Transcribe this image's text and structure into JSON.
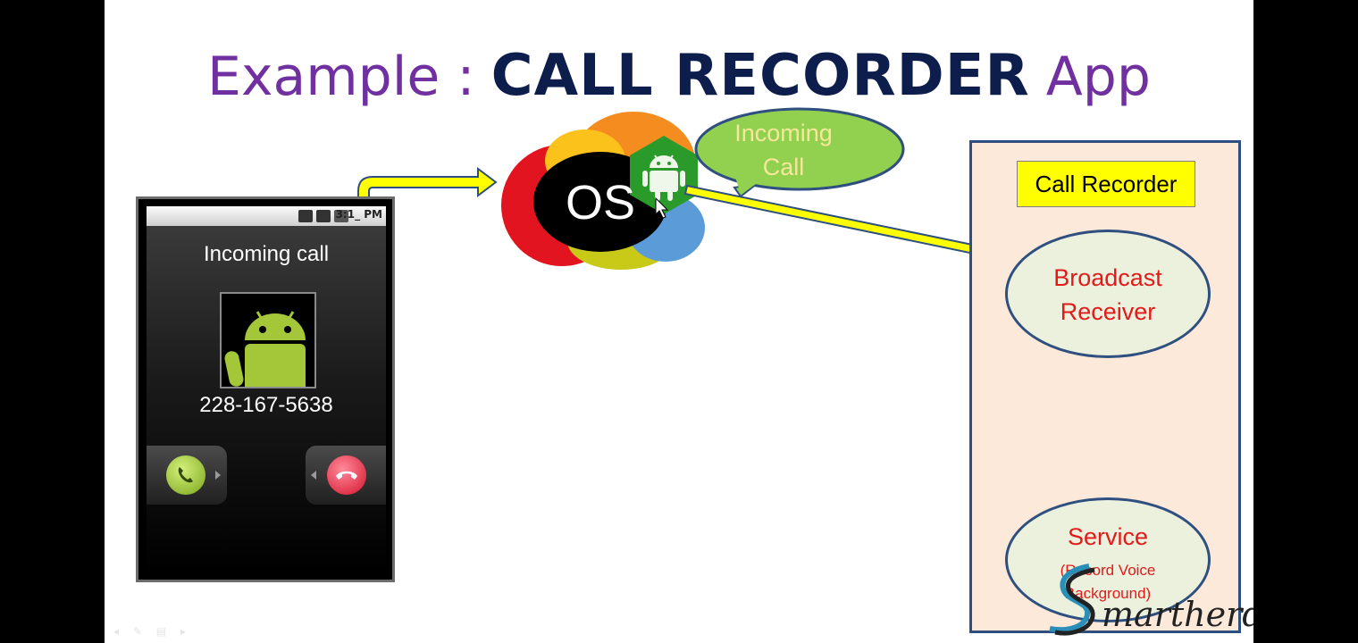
{
  "title": {
    "prefix": "Example :",
    "main": "CALL RECORDER",
    "suffix": "App"
  },
  "phone": {
    "status_time": "3:1_ PM",
    "status_icons": [
      "3g-icon",
      "signal-icon",
      "battery-icon"
    ],
    "call_label": "Incoming call",
    "number": "228-167-5638",
    "answer_color": "#9bc52a",
    "decline_color": "#e0203a"
  },
  "os": {
    "label": "OS",
    "bubble": [
      "Incoming",
      "Call"
    ]
  },
  "recorder": {
    "title": "Call Recorder",
    "receiver": [
      "Broadcast",
      "Receiver"
    ],
    "service": {
      "label": "Service",
      "detail": [
        "(Record Voice",
        "Background)"
      ]
    }
  },
  "watermark": "martherd",
  "colors": {
    "title_purple": "#7030a0",
    "title_navy": "#0d1e4c",
    "arrow_yellow": "#ffff00",
    "panel_fill": "#fde9d9",
    "panel_border": "#2e4f7f",
    "ellipse_fill": "#ebf1dd",
    "ellipse_text": "#e31a1a",
    "bubble_fill": "#92d050",
    "android_green": "#a4c639"
  }
}
